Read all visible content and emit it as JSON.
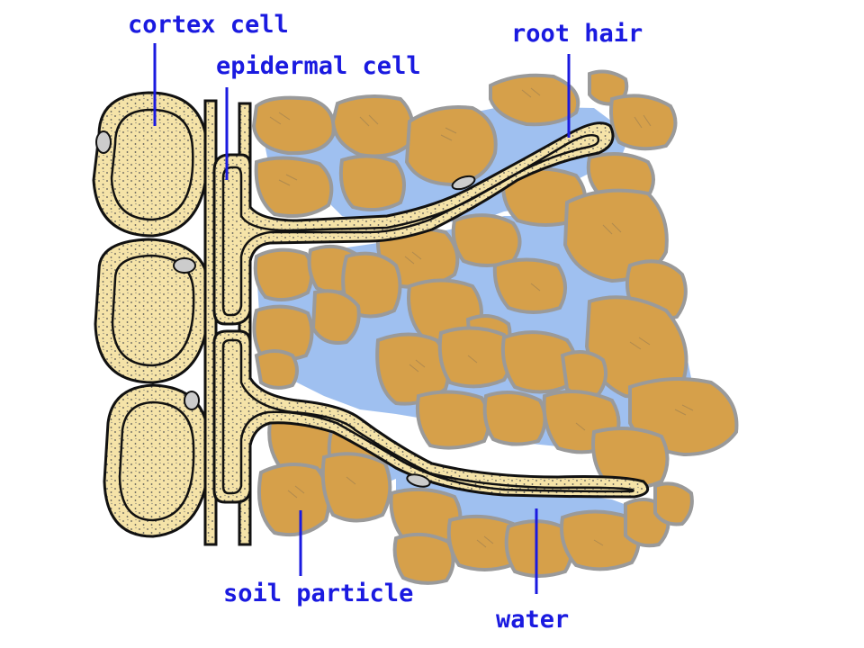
{
  "labels": {
    "cortex_cell": "cortex cell",
    "epidermal_cell": "epidermal cell",
    "root_hair": "root hair",
    "soil_particle": "soil particle",
    "water": "water"
  },
  "colors": {
    "label": "#1a1ae0",
    "soil_particle": "#d6a04a",
    "soil_outline": "#9a9a9a",
    "water": "#9fc0f0",
    "cell_wall": "#f5e3a8",
    "cell_interior": "#ffffff",
    "outline": "#111111"
  }
}
